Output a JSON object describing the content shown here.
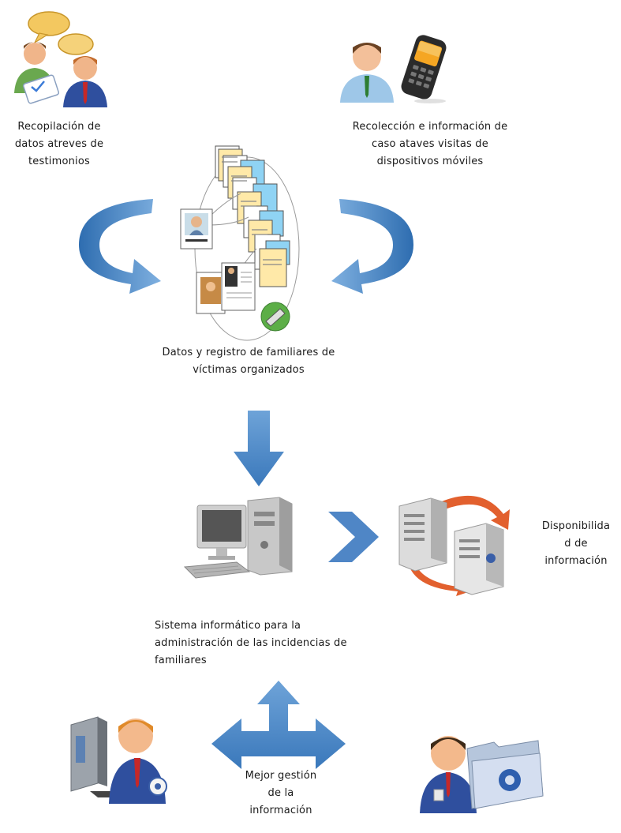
{
  "labels": {
    "testimonios": [
      "Recopilación de",
      "datos atreves de",
      "testimonios"
    ],
    "moviles": [
      "Recolección e información de",
      "caso ataves visitas de",
      "dispositivos móviles"
    ],
    "registro": [
      "Datos y registro de familiares de",
      "víctimas organizados"
    ],
    "sistema": [
      "Sistema informático para la",
      "administración de las incidencias de",
      "familiares"
    ],
    "disponibilidad": [
      "Disponibilida",
      "d de",
      "información"
    ],
    "gestion": [
      "Mejor gestión",
      "de la",
      "información"
    ]
  },
  "colors": {
    "arrow_blue": "#4f86c6",
    "server_arrow_orange": "#e2602e",
    "background": "#ffffff"
  },
  "icons": {
    "top_left": "people-talking-icon",
    "top_right": "person-with-mobile-phone-icon",
    "center_top": "organized-documents-records-icon",
    "computer": "desktop-computer-icon",
    "servers": "synchronized-servers-icon",
    "bottom_left": "person-at-computer-icon",
    "bottom_right": "person-with-folder-icon"
  }
}
